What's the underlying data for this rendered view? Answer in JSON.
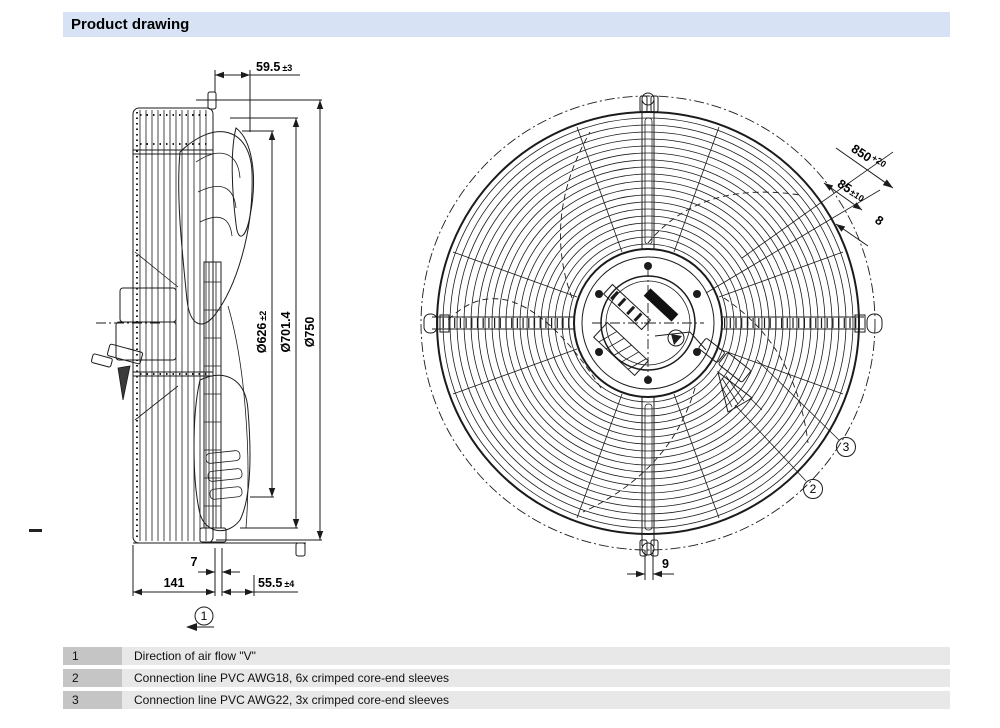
{
  "header": {
    "title": "Product drawing"
  },
  "side_view": {
    "dim_depth": {
      "value": "59.5",
      "tol": "±3"
    },
    "dim_blade_dia": {
      "value": "Ø626",
      "tol": "±2"
    },
    "dim_ring_dia": {
      "value": "Ø701.4"
    },
    "dim_overall_dia": {
      "value": "Ø750"
    },
    "dim_hub_offset": {
      "value": "7"
    },
    "dim_motor_depth": {
      "value": "141"
    },
    "dim_guard_depth": {
      "value": "55.5",
      "tol": "±4"
    },
    "airflow_callout": "1"
  },
  "front_view": {
    "dim_outer": {
      "value": "850",
      "tol": "+20"
    },
    "dim_edge": {
      "value": "85",
      "tol": "±10"
    },
    "dim_gap": {
      "value": "8"
    },
    "dim_arm": {
      "value": "9"
    },
    "callout_2": "2",
    "callout_3": "3"
  },
  "legend": {
    "rows": [
      {
        "num": "1",
        "text": "Direction of air flow \"V\""
      },
      {
        "num": "2",
        "text": "Connection line PVC AWG18, 6x crimped core-end sleeves"
      },
      {
        "num": "3",
        "text": "Connection line PVC AWG22, 3x crimped core-end sleeves"
      }
    ]
  },
  "colors": {
    "header_bg": "#d7e3f4",
    "line": "#1b1b1b",
    "legend_num_bg": "#c5c5c5",
    "legend_row_bg": "#e8e8e8"
  }
}
